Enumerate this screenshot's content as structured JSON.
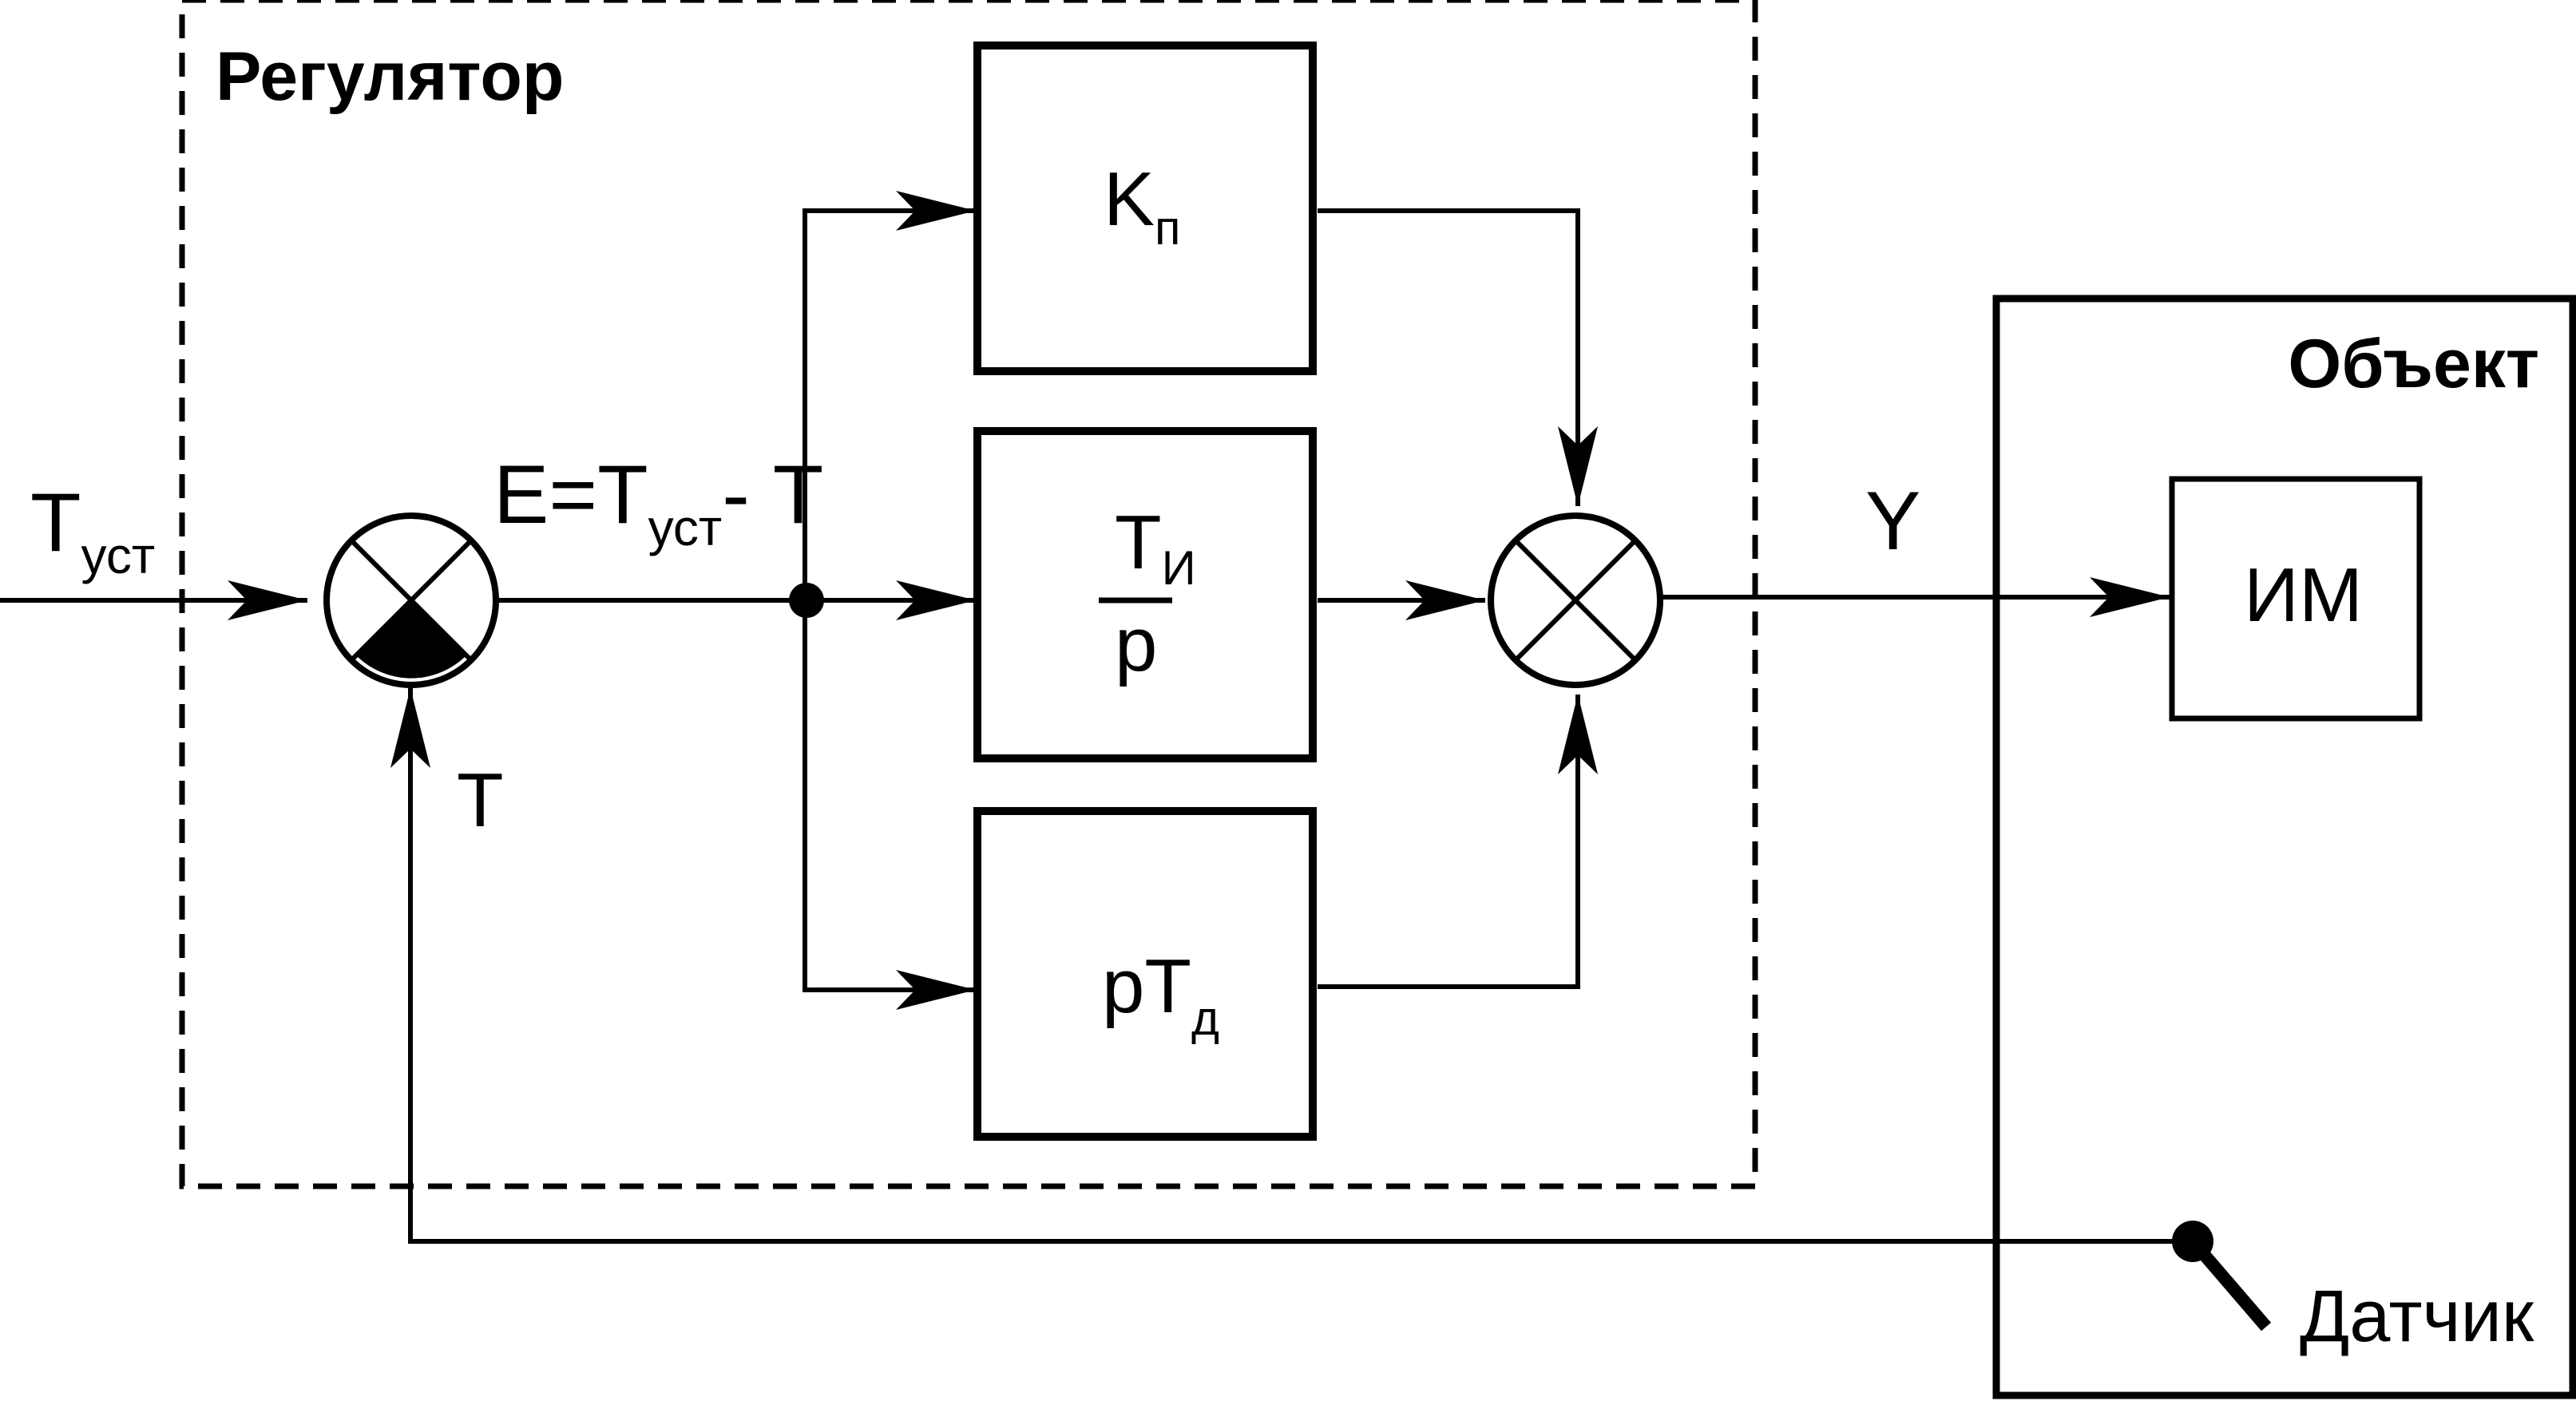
{
  "regulator": {
    "title": "Регулятор"
  },
  "object": {
    "title": "Объект"
  },
  "blocks": {
    "kp": {
      "main": "K",
      "sub": "п"
    },
    "ti": {
      "num_main": "T",
      "num_sub": "И",
      "den": "p"
    },
    "td": {
      "main": "pT",
      "sub": "д"
    },
    "im": {
      "label": "ИМ"
    }
  },
  "signals": {
    "setpoint": {
      "main": "T",
      "sub": "уст"
    },
    "error": {
      "prefix": "E=T",
      "sub": "уст",
      "suffix": "-  T"
    },
    "feedback": "T",
    "output": "Y"
  },
  "sensor": {
    "label": "Датчик"
  },
  "colors": {
    "stroke": "#000000",
    "background": "#ffffff"
  }
}
